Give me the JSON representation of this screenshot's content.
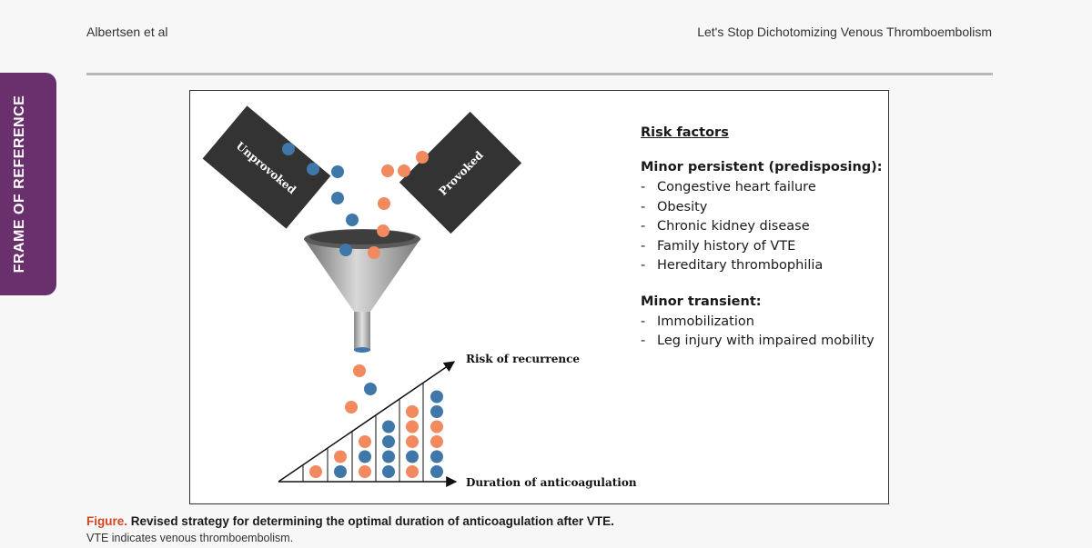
{
  "header": {
    "left": "Albertsen et al",
    "right": "Let's Stop Dichotomizing Venous Thromboembolism"
  },
  "side_tab": {
    "label": "FRAME OF REFERENCE",
    "color": "#6a2f6d"
  },
  "figure": {
    "boxes": {
      "left": "Unprovoked",
      "right": "Provoked"
    },
    "axes": {
      "y_label": "Risk of recurrence",
      "x_label": "Duration of anticoagulation"
    },
    "colors": {
      "blue": "#3f78a8",
      "orange": "#f2895f",
      "box": "#333333",
      "funnel": "#9a9a9a"
    },
    "risk_panel": {
      "title": "Risk factors",
      "groups": [
        {
          "title": "Minor persistent (predisposing):",
          "items": [
            "Congestive heart failure",
            "Obesity",
            "Chronic kidney disease",
            "Family history of VTE",
            "Hereditary thrombophilia"
          ]
        },
        {
          "title": "Minor transient:",
          "items": [
            "Immobilization",
            "Leg injury with impaired mobility"
          ]
        }
      ]
    }
  },
  "caption": {
    "label": "Figure.",
    "text": "Revised strategy for determining the optimal duration of anticoagulation after VTE.",
    "note": "VTE indicates venous thromboembolism."
  }
}
